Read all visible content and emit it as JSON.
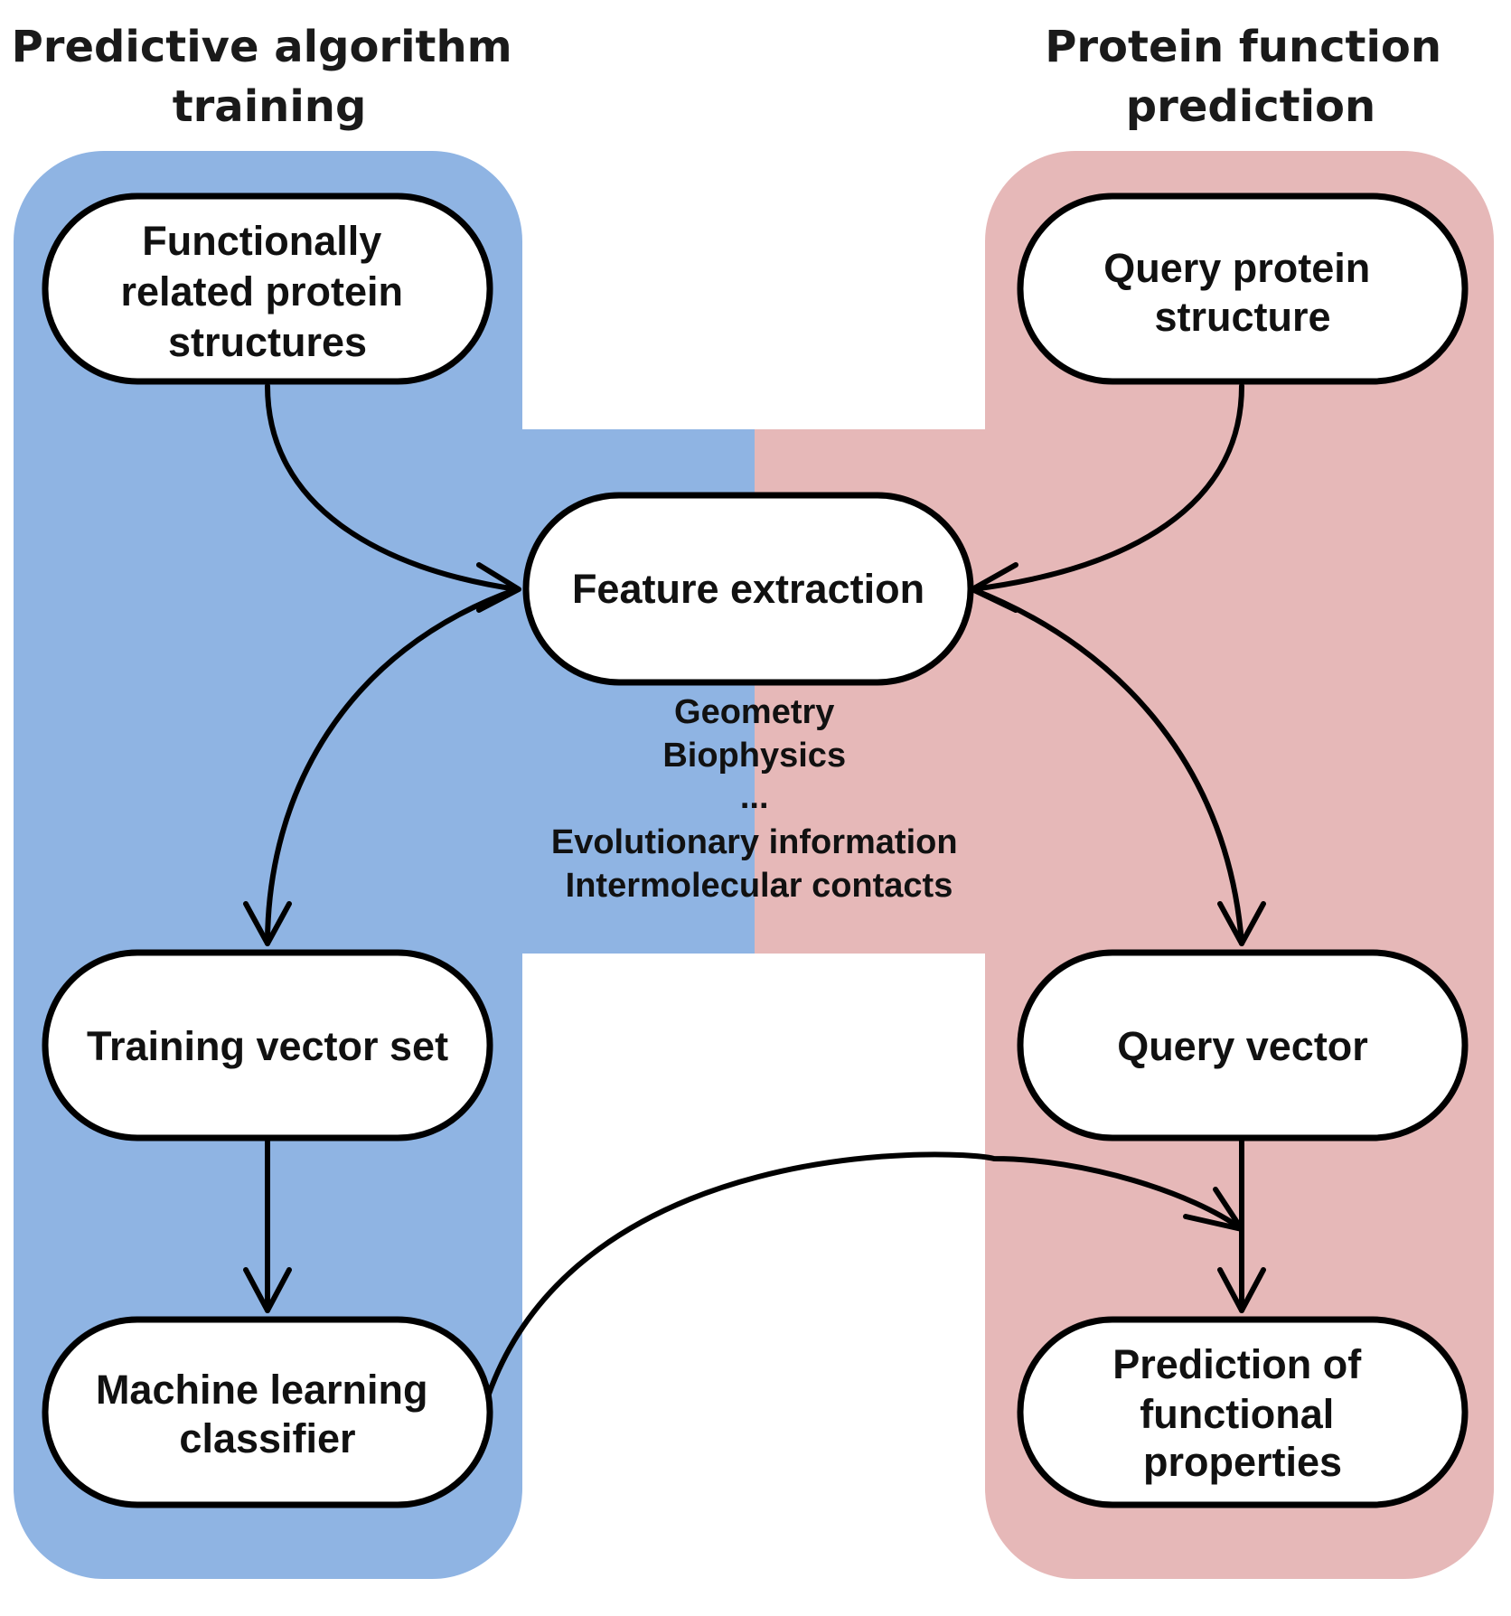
{
  "colors": {
    "training_panel": "#8fb4e3",
    "prediction_panel": "#e6b8b8",
    "node_fill": "#ffffff",
    "line": "#000000"
  },
  "panels": {
    "training": {
      "title_lines": [
        "Predictive algorithm",
        "training"
      ]
    },
    "prediction": {
      "title_lines": [
        "Protein function",
        "prediction"
      ]
    }
  },
  "nodes": {
    "related_structures": {
      "lines": [
        "Functionally",
        "related protein",
        "structures"
      ]
    },
    "query_structure": {
      "lines": [
        "Query protein",
        "structure"
      ]
    },
    "feature_extraction": {
      "lines": [
        "Feature extraction"
      ]
    },
    "training_vector_set": {
      "lines": [
        "Training vector set"
      ]
    },
    "query_vector": {
      "lines": [
        "Query vector"
      ]
    },
    "ml_classifier": {
      "lines": [
        "Machine learning",
        "classifier"
      ]
    },
    "prediction": {
      "lines": [
        "Prediction of",
        "functional",
        "properties"
      ]
    }
  },
  "feature_list": [
    "Geometry",
    "Biophysics",
    "...",
    "Evolutionary information",
    "Intermolecular contacts"
  ]
}
